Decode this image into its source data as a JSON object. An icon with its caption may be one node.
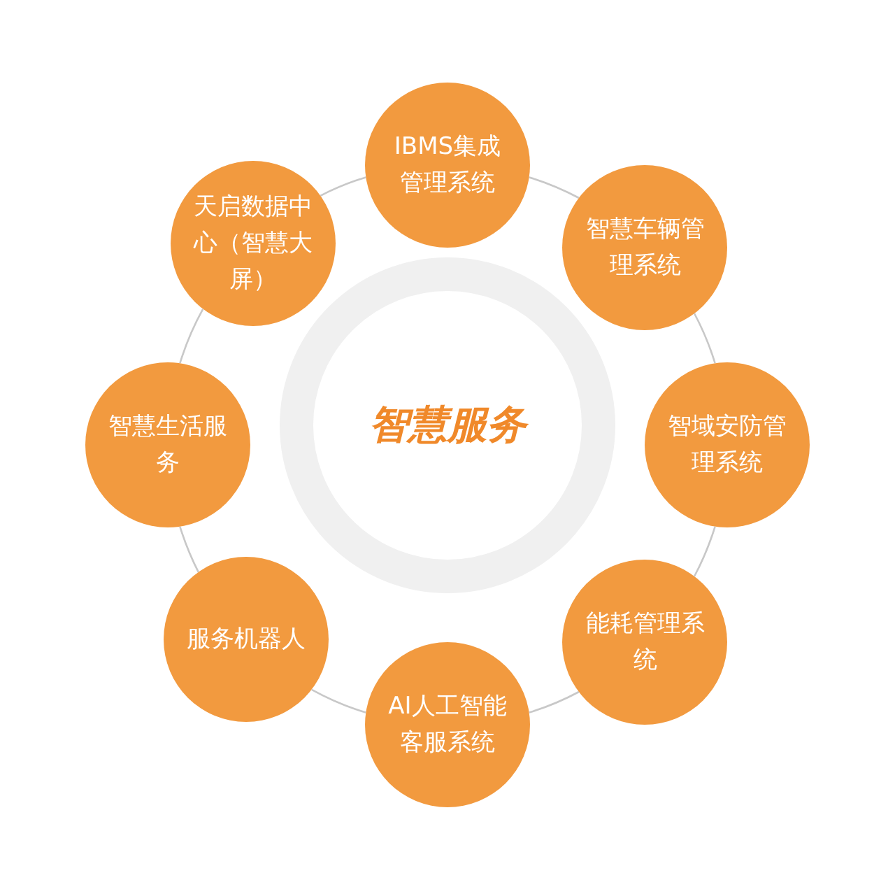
{
  "diagram": {
    "nodes": [
      {
        "text": [
          "IBMS集成管理系统"
        ]
      },
      {
        "text": [
          "天启数据中心（智慧大屏）"
        ]
      },
      {
        "text": [
          "智慧车辆管理系统"
        ]
      },
      {
        "text": [
          "智慧生活服务"
        ]
      },
      {
        "text": [
          "智慧服务"
        ]
      },
      {
        "text": [
          "智域安防管理系统"
        ]
      },
      {
        "text": [
          "服务机器人"
        ]
      },
      {
        "text": [
          "能耗管理系统"
        ]
      },
      {
        "text": [
          "AI人工智能客服系统"
        ]
      }
    ],
    "edges": [
      {
        "from": 0,
        "to": 2,
        "arrow": "none"
      },
      {
        "from": 2,
        "to": 5,
        "arrow": "none"
      },
      {
        "from": 5,
        "to": 7,
        "arrow": "none"
      },
      {
        "from": 7,
        "to": 8,
        "arrow": "none"
      },
      {
        "from": 8,
        "to": 6,
        "arrow": "none"
      },
      {
        "from": 6,
        "to": 3,
        "arrow": "none"
      },
      {
        "from": 3,
        "to": 1,
        "arrow": "none"
      },
      {
        "from": 1,
        "to": 0,
        "arrow": "none"
      }
    ]
  }
}
